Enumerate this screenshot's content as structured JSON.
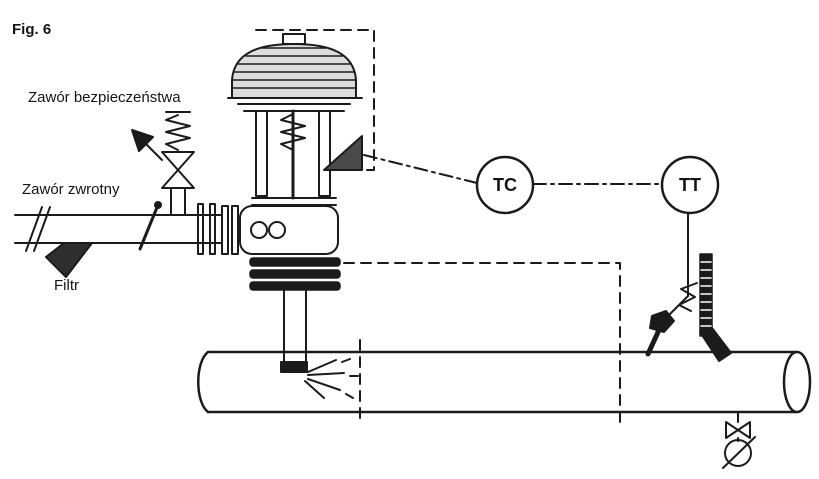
{
  "figure": {
    "caption": "Fig. 6"
  },
  "labels": {
    "safety_valve": "Zawór bezpieczeństwa",
    "check_valve": "Zawór zwrotny",
    "filter": "Filtr"
  },
  "instruments": [
    {
      "tag": "TC"
    },
    {
      "tag": "TT"
    }
  ],
  "colors": {
    "ink": "#1b1b1b",
    "background": "#ffffff",
    "actuator_shade": "#dcdcdc"
  }
}
